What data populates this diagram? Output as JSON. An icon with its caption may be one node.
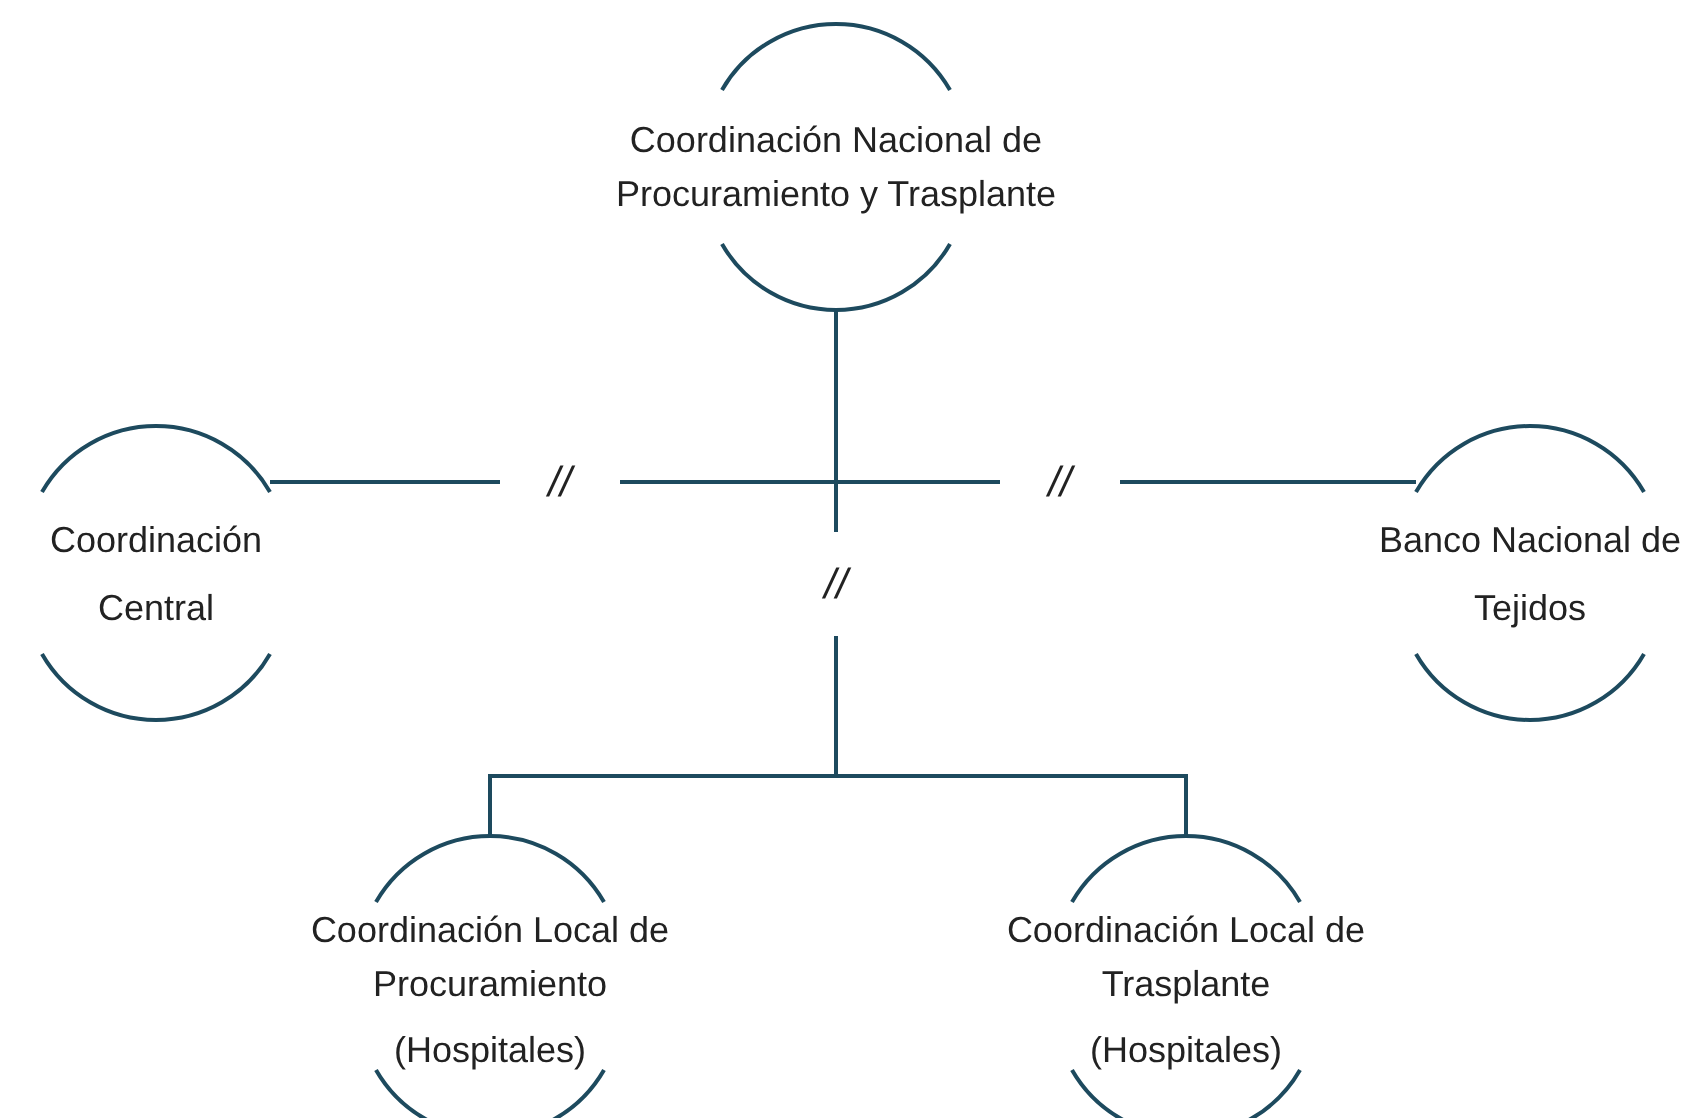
{
  "diagram": {
    "nodes": [
      {
        "text": [
          "Coordinación Nacional de Procuramiento y Trasplante"
        ]
      },
      {
        "text": [
          "Coordinación Central"
        ]
      },
      {
        "text": [
          "Banco Nacional de Tejidos"
        ]
      },
      {
        "text": [
          "Coordinación Local de Procuramiento",
          "(Hospitales)"
        ]
      },
      {
        "text": [
          "Coordinación Local de Trasplante",
          "(Hospitales)"
        ]
      }
    ],
    "edges": [
      {
        "from": 0,
        "to": 1,
        "arrow": "none"
      },
      {
        "from": 0,
        "to": 2,
        "arrow": "none"
      },
      {
        "from": 0,
        "to": 3,
        "arrow": "none"
      },
      {
        "from": 0,
        "to": 4,
        "arrow": "none"
      }
    ],
    "labels": [
      "//",
      "//",
      "//"
    ]
  }
}
